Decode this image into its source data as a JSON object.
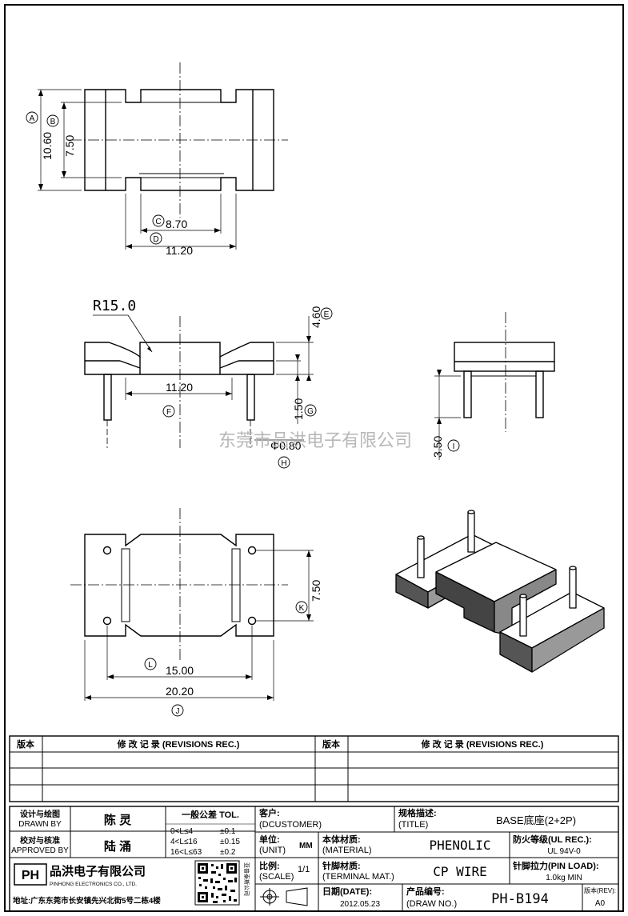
{
  "drawing": {
    "top_view": {
      "dim_a": "10.60",
      "dim_b": "7.50",
      "dim_c": "8.70",
      "dim_d": "11.20",
      "label_a": "A",
      "label_b": "B",
      "label_c": "C",
      "label_d": "D"
    },
    "front_view": {
      "radius": "R15.0",
      "dim_e": "4.60",
      "dim_f": "11.20",
      "dim_g": "1.50",
      "dim_h": "Φ0.80",
      "label_e": "E",
      "label_f": "F",
      "label_g": "G",
      "label_h": "H"
    },
    "side_view": {
      "dim_i": "3.50",
      "label_i": "I"
    },
    "bottom_view": {
      "dim_k": "7.50",
      "dim_l": "15.00",
      "dim_j": "20.20",
      "label_k": "K",
      "label_l": "L",
      "label_j": "J"
    },
    "watermark": "东莞市品洪电子有限公司"
  },
  "revisions": {
    "col_version": "版本",
    "col_record": "修 改 记 录 (REVISIONS REC.)"
  },
  "title_block": {
    "designer_label_cn": "设计与绘图",
    "designer_label_en": "DRAWN BY",
    "designer_name": "陈 灵",
    "approver_label_cn": "校对与核准",
    "approver_label_en": "APPROVED BY",
    "approver_name": "陆 涌",
    "tol_title": "一般公差 TOL.",
    "tol_rows": [
      {
        "range": "0<L≤4",
        "value": "±0.1"
      },
      {
        "range": "4<L≤16",
        "value": "±0.15"
      },
      {
        "range": "16<L≤63",
        "value": "±0.2"
      }
    ],
    "customer_label": "客户:",
    "customer_label_en": "(DCUSTOMER)",
    "title_label": "规格描述:",
    "title_label_en": "(TITLE)",
    "title_value": "BASE底座(2+2P)",
    "unit_label": "单位:",
    "unit_label_en": "(UNIT)",
    "unit_value": "MM",
    "material_label": "本体材质:",
    "material_label_en": "(MATERIAL)",
    "material_value": "PHENOLIC",
    "fire_label": "防火等级(UL REC.):",
    "fire_value": "UL 94V-0",
    "scale_label": "比例:",
    "scale_label_en": "(SCALE)",
    "scale_value": "1/1",
    "terminal_label": "针脚材质:",
    "terminal_label_en": "(TERMINAL MAT.)",
    "terminal_value": "CP WIRE",
    "pinload_label": "针脚拉力(PIN LOAD):",
    "pinload_value": "1.0kg MIN",
    "date_label": "日期(DATE):",
    "date_value": "2012.05.23",
    "drawno_label": "产品编号:",
    "drawno_label_en": "(DRAW NO.)",
    "drawno_value": "PH-B194",
    "rev_label": "版本(REV):",
    "rev_value": "A0",
    "company_logo": "PH",
    "company_name": "品洪电子有限公司",
    "company_en": "PINHONG ELECTRONICS CO., LTD.",
    "address": "地址:广东东莞市长安镇先兴北街5号二栋4楼",
    "qr_caption": "亚普泰斯公司"
  }
}
